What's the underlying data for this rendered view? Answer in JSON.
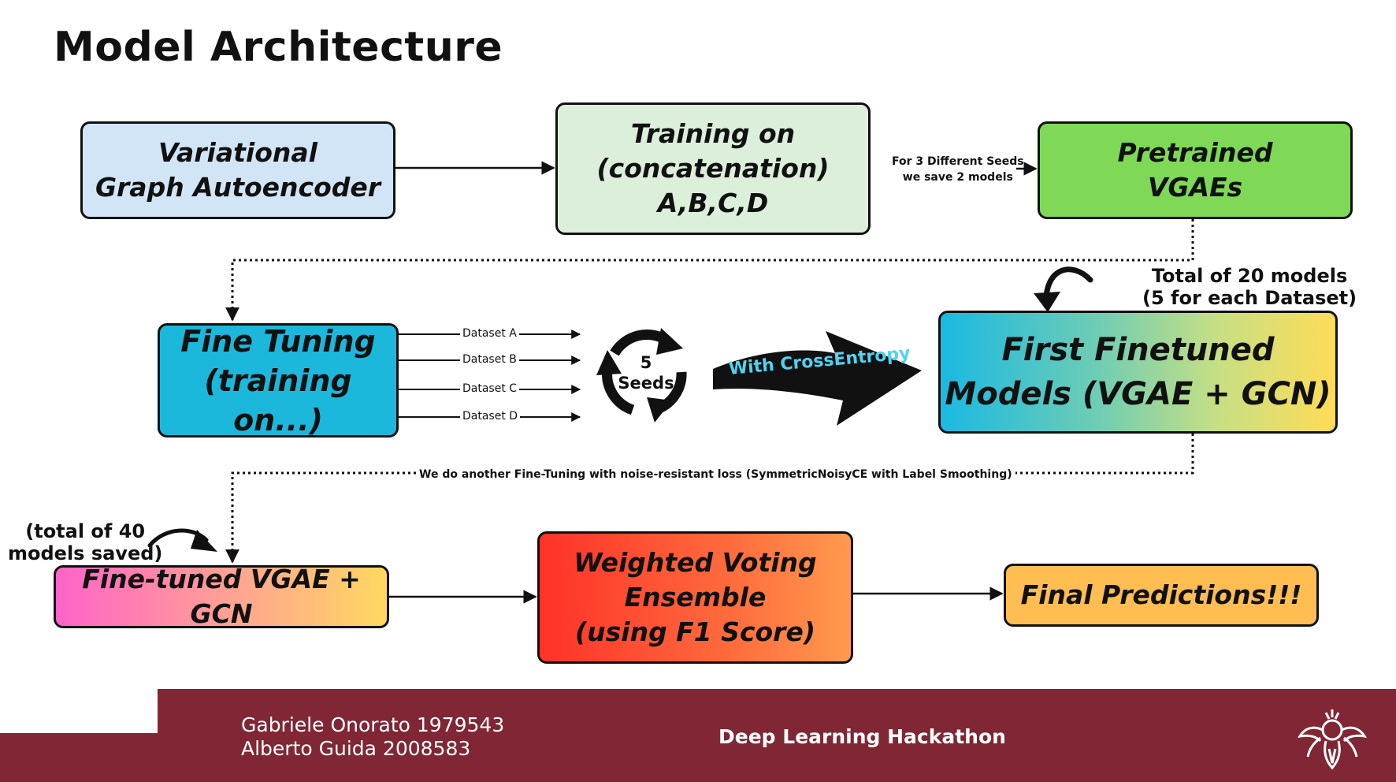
{
  "slide": {
    "title": "Model Architecture"
  },
  "boxes": {
    "vgae": [
      "Variational",
      "Graph Autoencoder"
    ],
    "training": [
      "Training on",
      "(concatenation)",
      "A,B,C,D"
    ],
    "pretrained": [
      "Pretrained",
      "VGAEs"
    ],
    "fine_tuning": [
      "Fine Tuning",
      "(training on...)"
    ],
    "first_finetuned": [
      "First Finetuned",
      "Models (VGAE + GCN)"
    ],
    "finetuned_vgae_gcn": [
      "Fine-tuned VGAE + GCN"
    ],
    "weighted_voting": [
      "Weighted Voting",
      "Ensemble",
      "(using F1 Score)"
    ],
    "final_predictions": [
      "Final Predictions!!!"
    ]
  },
  "labels": {
    "seeds_note": [
      "For 3 Different Seeds",
      "we save 2 models"
    ],
    "datasets": [
      "Dataset A",
      "Dataset B",
      "Dataset C",
      "Dataset D"
    ],
    "seeds_count": "5",
    "seeds_word": "Seeds",
    "cross_entropy": "With CrossEntropy",
    "total_20": [
      "Total of 20 models",
      "(5 for each Dataset)"
    ],
    "noise_note": "We do another Fine-Tuning with noise-resistant loss (SymmetricNoisyCE with Label Smoothing)",
    "total_40": [
      "(total of 40",
      "models saved)"
    ]
  },
  "footer": {
    "authors": [
      "Gabriele Onorato 1979543",
      "Alberto Guida 2008583"
    ],
    "event": "Deep Learning Hackathon"
  },
  "colors": {
    "vgae": "#d2e5f7",
    "training": "#dcefdb",
    "pretrained": "#7fd957",
    "fine_tuning": "#1bb8dc",
    "final_predictions": "#ffbd52",
    "footer": "#802634",
    "cross_entropy_text": "#4fd3f0"
  }
}
